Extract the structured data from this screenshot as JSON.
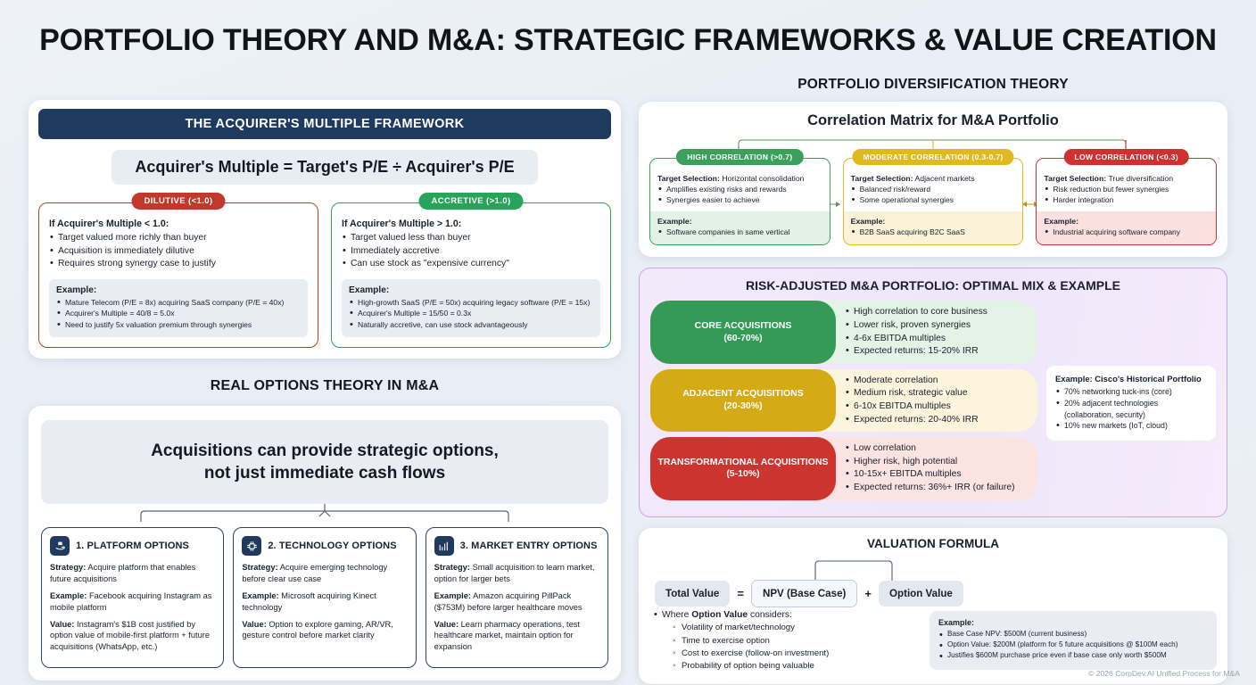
{
  "title": "PORTFOLIO THEORY AND M&A: STRATEGIC FRAMEWORKS & VALUE CREATION",
  "footer": "© 2026 CorpDev.AI Unified Process for M&A",
  "acquirers_multiple": {
    "header": "THE ACQUIRER'S MULTIPLE FRAMEWORK",
    "formula": "Acquirer's Multiple = Target's P/E ÷ Acquirer's P/E",
    "dilutive": {
      "pill": "DILUTIVE (<1.0)",
      "condition": "If Acquirer's Multiple < 1.0:",
      "points": [
        "Target valued more richly than buyer",
        "Acquisition is immediately dilutive",
        "Requires strong synergy case to justify"
      ],
      "example_title": "Example:",
      "example_points": [
        "Mature Telecom (P/E = 8x) acquiring SaaS company (P/E = 40x)",
        "Acquirer's Multiple = 40/8 = 5.0x",
        "Need to justify 5x valuation premium through synergies"
      ]
    },
    "accretive": {
      "pill": "ACCRETIVE (>1.0)",
      "condition": "If Acquirer's Multiple > 1.0:",
      "points": [
        "Target valued less than buyer",
        "Immediately accretive",
        "Can use stock as \"expensive currency\""
      ],
      "example_title": "Example:",
      "example_points": [
        "High-growth SaaS (P/E = 50x) acquiring legacy software (P/E = 15x)",
        "Acquirer's Multiple = 15/50 = 0.3x",
        "Naturally accretive, can use stock advantageously"
      ]
    }
  },
  "real_options": {
    "section_title": "REAL OPTIONS THEORY IN M&A",
    "banner_line1": "Acquisitions can provide strategic options,",
    "banner_line2": "not just immediate cash flows",
    "cards": [
      {
        "icon": "platform-hand-icon",
        "glyph": "⚗",
        "title": "1. PLATFORM OPTIONS",
        "strategy_label": "Strategy:",
        "strategy": "Acquire platform that enables future acquisitions",
        "example_label": "Example:",
        "example": "Facebook acquiring Instagram as mobile platform",
        "value_label": "Value:",
        "value": "Instagram's $1B cost justified by option value of mobile-first platform + future acquisitions (WhatsApp, etc.)"
      },
      {
        "icon": "chip-icon",
        "glyph": "▦",
        "title": "2. TECHNOLOGY OPTIONS",
        "strategy_label": "Strategy:",
        "strategy": "Acquire emerging technology before clear use case",
        "example_label": "Example:",
        "example": "Microsoft acquiring Kinect technology",
        "value_label": "Value:",
        "value": "Option to explore gaming, AR/VR, gesture control before market clarity"
      },
      {
        "icon": "bar-chart-growth-icon",
        "glyph": "◪",
        "title": "3. MARKET ENTRY OPTIONS",
        "strategy_label": "Strategy:",
        "strategy": "Small acquisition to learn market, option for larger bets",
        "example_label": "Example:",
        "example": "Amazon acquiring PillPack ($753M) before larger healthcare moves",
        "value_label": "Value:",
        "value": "Learn pharmacy operations, test healthcare market, maintain option for expansion"
      }
    ]
  },
  "diversification": {
    "section_title": "PORTFOLIO DIVERSIFICATION THEORY",
    "matrix_title": "Correlation Matrix for M&A Portfolio",
    "columns": [
      {
        "pill": "HIGH CORRELATION (>0.7)",
        "selection_label": "Target Selection:",
        "selection": "Horizontal consolidation",
        "points": [
          "Amplifies existing risks and rewards",
          "Synergies easier to achieve"
        ],
        "example_title": "Example:",
        "example_points": [
          "Software companies in same vertical"
        ]
      },
      {
        "pill": "MODERATE CORRELATION (0.3-0.7)",
        "selection_label": "Target Selection:",
        "selection": "Adjacent markets",
        "points": [
          "Balanced risk/reward",
          "Some operational synergies"
        ],
        "example_title": "Example:",
        "example_points": [
          "B2B SaaS acquiring B2C SaaS"
        ]
      },
      {
        "pill": "LOW CORRELATION (<0.3)",
        "selection_label": "Target Selection:",
        "selection": "True diversification",
        "points": [
          "Risk reduction but fewer synergies",
          "Harder integration"
        ],
        "example_title": "Example:",
        "example_points": [
          "Industrial acquiring software company"
        ]
      }
    ]
  },
  "risk_portfolio": {
    "title": "RISK-ADJUSTED M&A PORTFOLIO: OPTIMAL MIX & EXAMPLE",
    "rows": [
      {
        "label": "CORE ACQUISITIONS",
        "range": "(60-70%)",
        "points": [
          "High correlation to core business",
          "Lower risk, proven synergies",
          "4-6x EBITDA multiples",
          "Expected returns: 15-20% IRR"
        ]
      },
      {
        "label": "ADJACENT ACQUISITIONS",
        "range": "(20-30%)",
        "points": [
          "Moderate correlation",
          "Medium risk, strategic value",
          "6-10x EBITDA multiples",
          "Expected returns: 20-40% IRR"
        ]
      },
      {
        "label": "TRANSFORMATIONAL ACQUISITIONS",
        "range": "(5-10%)",
        "points": [
          "Low correlation",
          "Higher risk, high potential",
          "10-15x+ EBITDA multiples",
          "Expected returns: 36%+ IRR (or failure)"
        ]
      }
    ],
    "side_example_title": "Example: Cisco's Historical Portfolio",
    "side_example_points": [
      "70% networking tuck-ins (core)",
      "20% adjacent technologies (collaboration, security)",
      "10% new markets (IoT, cloud)"
    ]
  },
  "valuation": {
    "title": "VALUATION FORMULA",
    "total_value": "Total Value",
    "equals": "=",
    "npv": "NPV (Base Case)",
    "plus": "+",
    "option_value": "Option Value",
    "considers_prefix": "Where ",
    "considers_bold": "Option Value",
    "considers_suffix": " considers:",
    "considers": [
      "Volatility of market/technology",
      "Time to exercise option",
      "Cost to exercise (follow-on investment)",
      "Probability of option being valuable"
    ],
    "example_title": "Example:",
    "example_points": [
      "Base Case NPV: $500M (current business)",
      "Option Value: $200M (platform for 5 future acquisitions @ $100M each)",
      "Justifies $600M purchase price even if base case only worth $500M"
    ]
  },
  "colors": {
    "navy": "#1e3a5f",
    "red": "#c0392b",
    "green": "#27a35a",
    "yellow": "#e0b822",
    "purple_border": "#c9a5e8"
  }
}
